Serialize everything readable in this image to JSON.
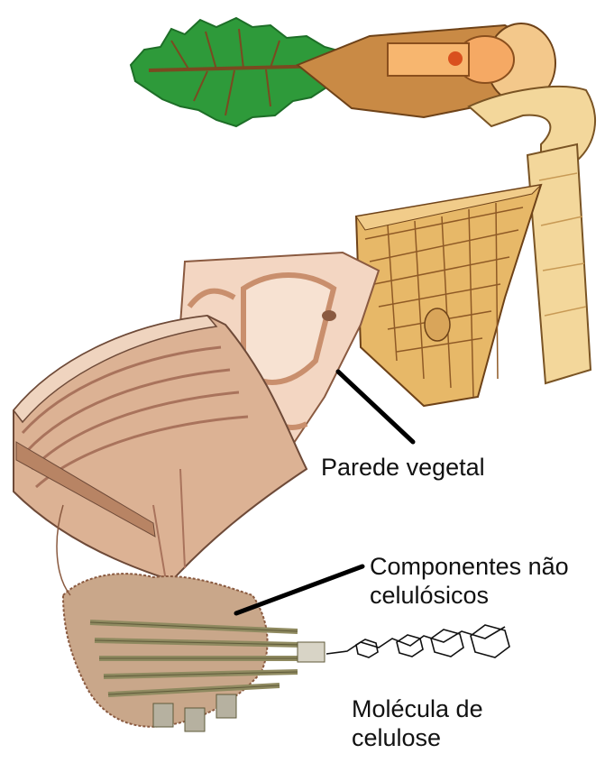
{
  "labels": {
    "plant_wall": "Parede vegetal",
    "non_cellulosic_line1": "Componentes não",
    "non_cellulosic_line2": "celulósicos",
    "cellulose_line1": "Molécula de",
    "cellulose_line2": "celulose"
  },
  "colors": {
    "leaf": "#2e9a3a",
    "leaf_dark": "#1d6e27",
    "bark": "#b9732f",
    "wood_light": "#f3d79b",
    "wood_mid": "#e7b868",
    "cell_wall": "#f3d6c2",
    "cell_wall_dark": "#c98f6d",
    "layer_brown": "#a9735c",
    "fibril": "#8f8a60",
    "fibril_dark": "#5f5a3a",
    "pointer": "#000000"
  }
}
